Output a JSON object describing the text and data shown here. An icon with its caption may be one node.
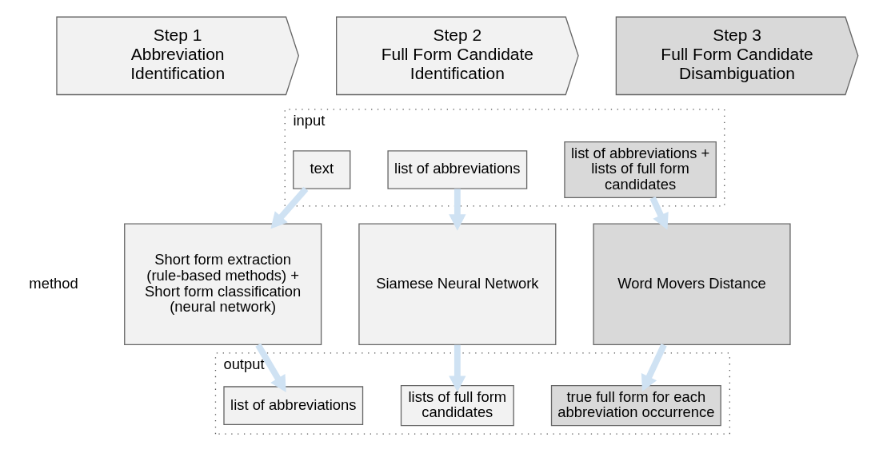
{
  "diagram": {
    "nodes": [
      {
        "text": [
          "Step 1",
          "Abbreviation Identification"
        ]
      },
      {
        "text": [
          "Step 2",
          "Full Form Candidate Identification"
        ]
      },
      {
        "text": [
          "Step 3",
          "Full Form Candidate Disambiguation"
        ]
      },
      {
        "text": [
          "input"
        ]
      },
      {
        "text": [
          "text"
        ],
        "in": 3
      },
      {
        "text": [
          "list of abbreviations"
        ],
        "in": 3
      },
      {
        "text": [
          "list of abbreviations + lists of full form candidates"
        ],
        "in": 3
      },
      {
        "text": [
          "Short form extraction (rule-based methods) + Short form classification (neural network)"
        ]
      },
      {
        "text": [
          "Siamese Neural Network"
        ]
      },
      {
        "text": [
          "Word Movers Distance"
        ]
      },
      {
        "text": [
          "output"
        ]
      },
      {
        "text": [
          "list of abbreviations"
        ],
        "in": 10
      },
      {
        "text": [
          "lists of full form candidates"
        ],
        "in": 10
      },
      {
        "text": [
          "true full form for each abbreviation occurrence"
        ],
        "in": 10
      }
    ],
    "edges": [
      {
        "from": 4,
        "to": 7,
        "arrow": "to"
      },
      {
        "from": 7,
        "to": 11,
        "arrow": "to"
      },
      {
        "from": 5,
        "to": 8,
        "arrow": "to"
      },
      {
        "from": 8,
        "to": 12,
        "arrow": "to"
      },
      {
        "from": 6,
        "to": 9,
        "arrow": "to"
      },
      {
        "from": 9,
        "to": 13,
        "arrow": "to"
      }
    ],
    "labels": [
      "method"
    ]
  }
}
